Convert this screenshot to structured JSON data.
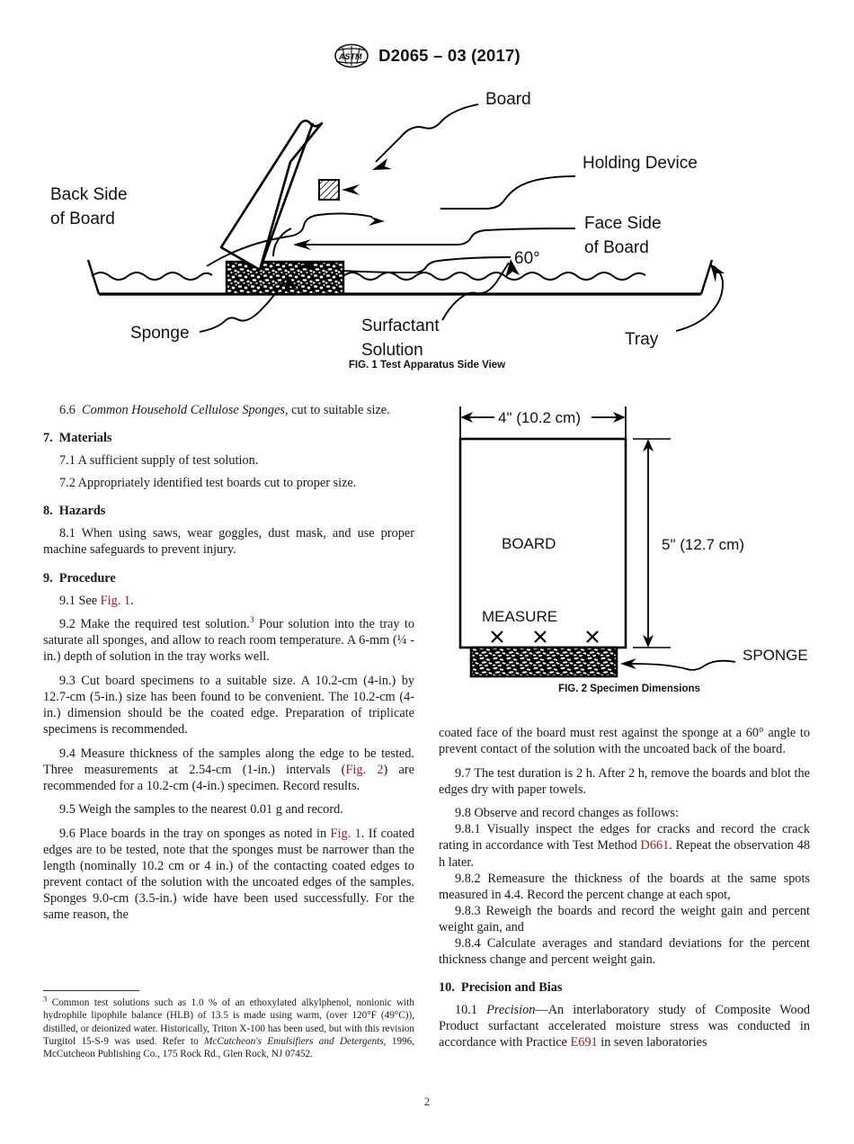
{
  "header": {
    "logo_alt": "ASTM",
    "standard_title": "D2065 – 03 (2017)"
  },
  "figure1": {
    "caption": "FIG. 1 Test Apparatus Side View",
    "labels": {
      "board": "Board",
      "holding_device": "Holding Device",
      "back_side_line1": "Back Side",
      "back_side_line2": "of Board",
      "face_side_line1": "Face Side",
      "face_side_line2": "of  Board",
      "angle": "60°",
      "sponge": "Sponge",
      "surfactant_line1": "Surfactant",
      "surfactant_line2": "Solution",
      "tray": "Tray"
    }
  },
  "figure2": {
    "caption": "FIG. 2 Specimen Dimensions",
    "labels": {
      "width_dim": "4\" (10.2 cm)",
      "height_dim": "5\" (12.7 cm)",
      "board": "BOARD",
      "measure": "MEASURE",
      "sponge": "SPONGE",
      "mark": "×"
    }
  },
  "left_column": {
    "p66_num": "6.6",
    "p66_italic": "Common Household Cellulose Sponges,",
    "p66_rest": " cut to suitable size.",
    "sec7_num": "7.",
    "sec7_title": "Materials",
    "p71": "7.1  A sufficient supply of test solution.",
    "p72": "7.2  Appropriately identified test boards cut to proper size.",
    "sec8_num": "8.",
    "sec8_title": "Hazards",
    "p81": "8.1  When using saws, wear goggles, dust mask, and use proper machine safeguards to prevent injury.",
    "sec9_num": "9.",
    "sec9_title": "Procedure",
    "p91_pre": "9.1  See ",
    "p91_link": "Fig. 1",
    "p91_post": ".",
    "p92_a": "9.2  Make the required test solution.",
    "p92_sup": "3",
    "p92_b": " Pour solution into the tray to saturate all sponges, and allow to reach room temperature. A 6-mm (¼ -in.) depth of solution in the tray works well.",
    "p93": "9.3  Cut board specimens to a suitable size. A 10.2-cm (4-in.) by 12.7-cm (5-in.) size has been found to be convenient. The 10.2-cm (4-in.) dimension should be the coated edge. Preparation of triplicate specimens is recommended.",
    "p94_a": "9.4  Measure thickness of the samples along the edge to be tested. Three measurements at 2.54-cm (1-in.) intervals (",
    "p94_link": "Fig. 2",
    "p94_b": ") are recommended for a 10.2-cm (4-in.) specimen. Record results.",
    "p95": "9.5  Weigh the samples to the nearest 0.01 g and record.",
    "p96_a": "9.6  Place boards in the tray on sponges as noted in ",
    "p96_link": "Fig. 1",
    "p96_b": ". If coated edges are to be tested, note that the sponges must be narrower than the length (nominally 10.2 cm or 4 in.) of the contacting coated edges to prevent contact of the solution with the uncoated edges of the samples. Sponges 9.0-cm (3.5-in.) wide have been used successfully. For the same reason, the"
  },
  "footnote": {
    "marker": "3",
    "text_a": " Common test solutions such as 1.0 % of an ethoxylated alkylphenol, nonionic with hydrophile lipophile balance (HLB) of 13.5 is made using warm, (over 120°F (49°C)), distilled, or deionized water. Historically, Triton X-100 has been used, but with this revision Turgitol 15-S-9 was used. Refer to ",
    "text_italic": "McCutcheon's Emulsifiers and Detergents",
    "text_b": ", 1996, McCutcheon Publishing Co., 175 Rock Rd., Glen Rock, NJ 07452."
  },
  "right_column": {
    "p96_cont": "coated face of the board must rest against the sponge at a 60° angle to prevent contact of the solution with the uncoated back of the board.",
    "p97": "9.7  The test duration is 2 h. After 2 h, remove the boards and blot the edges dry with paper towels.",
    "p98": "9.8  Observe and record changes as follows:",
    "p981_a": "9.8.1  Visually inspect the edges for cracks and record the crack rating in accordance with Test Method ",
    "p981_link": "D661",
    "p981_b": ". Repeat the observation 48 h later.",
    "p982": "9.8.2  Remeasure the thickness of the boards at the same spots measured in 4.4. Record the percent change at each spot,",
    "p983": "9.8.3  Reweigh the boards and record the weight gain and percent weight gain, and",
    "p984": "9.8.4  Calculate averages and standard deviations for the percent thickness change and percent weight gain.",
    "sec10_num": "10.",
    "sec10_title": "Precision and Bias",
    "p101_num": "10.1  ",
    "p101_italic": "Precision",
    "p101_a": "—An interlaboratory study of Composite Wood Product surfactant accelerated moisture stress was conducted in accordance with Practice ",
    "p101_link": "E691",
    "p101_b": " in seven laboratories"
  },
  "page_number": "2",
  "colors": {
    "link": "#9e1b20",
    "text": "#1a1a1a",
    "line": "#000000"
  }
}
